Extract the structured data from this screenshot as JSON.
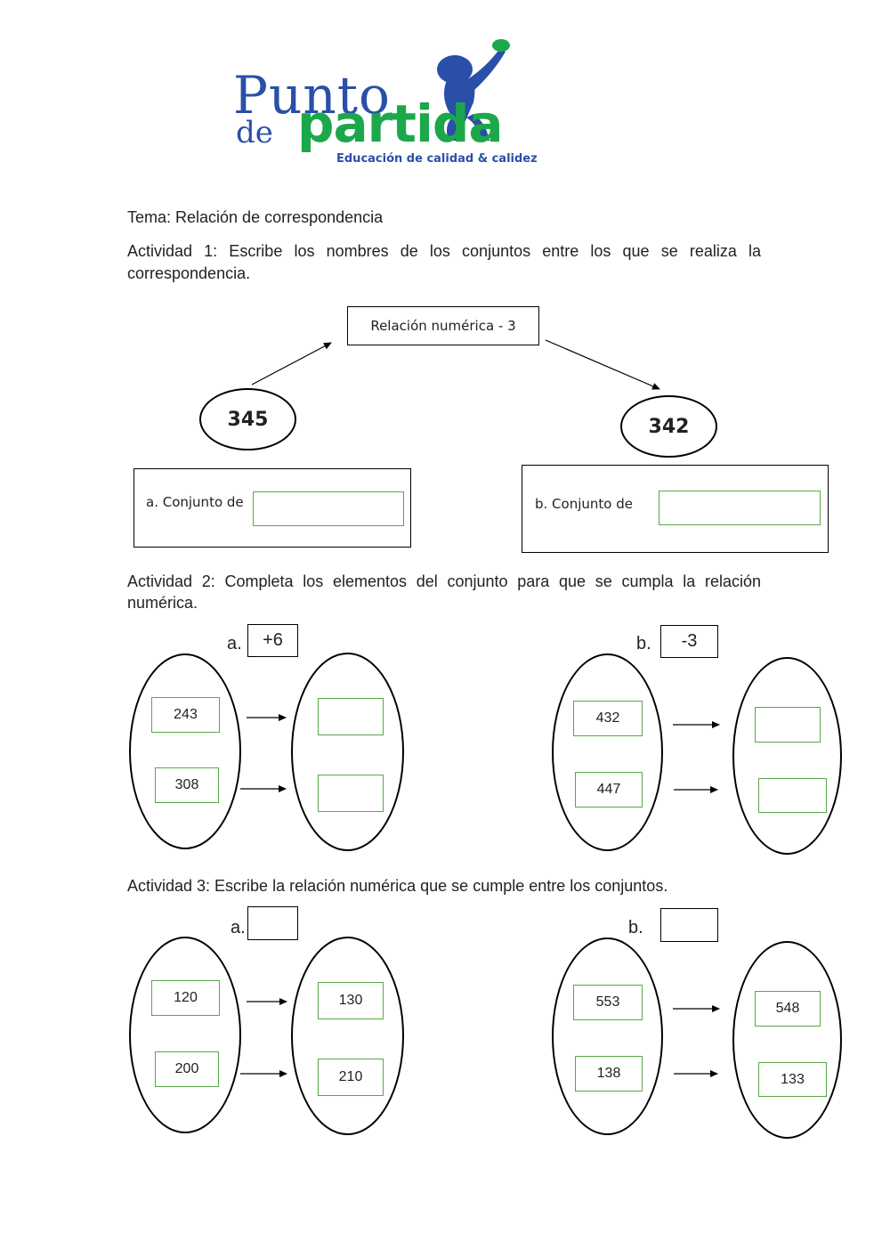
{
  "logo": {
    "line1": "Punto",
    "line2_small": "de",
    "line2_big": "partida",
    "tagline": "Educación de calidad & calidez"
  },
  "tema": "Tema: Relación de correspondencia",
  "actividad1": {
    "instruction": "Actividad 1: Escribe los nombres de los conjuntos entre los que se realiza la correspondencia.",
    "relation": "Relación numérica - 3",
    "left_number": "345",
    "right_number": "342",
    "left_label": "a. Conjunto de",
    "right_label": "b. Conjunto de",
    "left_answer": "",
    "right_answer": ""
  },
  "actividad2": {
    "instruction": "Actividad 2:  Completa los elementos del conjunto para que se cumpla la relación numérica.",
    "a": {
      "label": "a.",
      "relation": "+6",
      "left": [
        "243",
        "308"
      ],
      "right": [
        "",
        ""
      ]
    },
    "b": {
      "label": "b.",
      "relation": "-3",
      "left": [
        "432",
        "447"
      ],
      "right": [
        "",
        ""
      ]
    }
  },
  "actividad3": {
    "instruction": "Actividad 3:  Escribe la relación numérica que se cumple entre los conjuntos.",
    "a": {
      "label": "a.",
      "relation": "",
      "left": [
        "120",
        "200"
      ],
      "right": [
        "130",
        "210"
      ]
    },
    "b": {
      "label": "b.",
      "relation": "",
      "left": [
        "553",
        "138"
      ],
      "right": [
        "548",
        "133"
      ]
    }
  },
  "colors": {
    "logo_blue": "#2a4fa8",
    "logo_green": "#1ba84a",
    "answer_box_border": "#5aa74a"
  }
}
